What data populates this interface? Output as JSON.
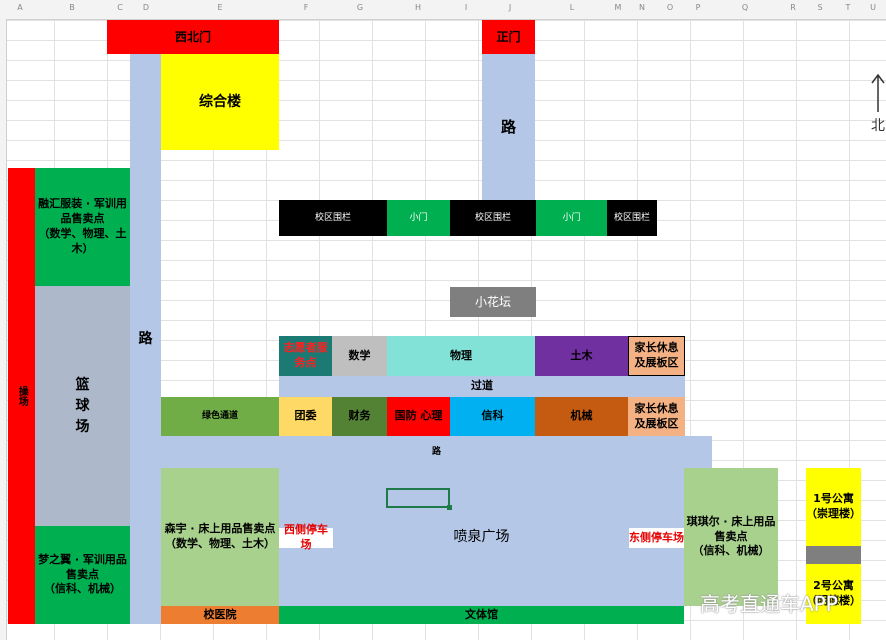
{
  "columns": [
    "A",
    "B",
    "C",
    "D",
    "E",
    "F",
    "G",
    "H",
    "I",
    "J",
    "",
    "L",
    "M",
    "N",
    "O",
    "P",
    "Q",
    "R",
    "S",
    "T",
    "U"
  ],
  "map": {
    "northwest_gate": "西北门",
    "main_gate": "正门",
    "complex_building": "综合楼",
    "road_north": "路",
    "road_west": "路",
    "playground": "操场",
    "rongyhui_shop": "融汇服装 · 军训用\n品售卖点\n（数学、物理、土\n木）",
    "basketball_court": "篮\n球\n场",
    "mengzhiyi_shop": "梦之翼 · 军训用品\n售卖点\n（信科、机械）",
    "fence_1": "校区围栏",
    "small_gate_1": "小门",
    "fence_2": "校区围栏",
    "small_gate_2": "小门",
    "fence_3": "校区围栏",
    "flower_bed": "小花坛",
    "volunteer_point": "志愿者服\n务点",
    "math": "数学",
    "physics": "物理",
    "civil": "土木",
    "parents_rest_1": "家长休息\n及展板区",
    "passage": "过道",
    "green_channel": "绿色通道",
    "youth_league": "团委",
    "finance": "财务",
    "defense_psych": "国防  心理",
    "info_sci": "信科",
    "mechanical": "机械",
    "parents_rest_2": "家长休息\n及展板区",
    "road_middle": "路",
    "senyu_shop": "森宇 · 床上用品售卖点\n（数学、物理、土木）",
    "west_parking": "西侧停车场",
    "fountain_square": "喷泉广场",
    "east_parking": "东侧停车场",
    "qiqier_shop": "琪琪尔 · 床上用品\n售卖点\n（信科、机械）",
    "dorm_1": "1号公寓\n（崇理楼）",
    "dorm_2": "2号公寓\n（明德楼）",
    "clinic": "校医院",
    "gym": "文体馆",
    "north_label": "北"
  },
  "watermark": "高考直通车APP",
  "colors": {
    "red": "#ff0000",
    "yellow": "#ffff00",
    "road": "#b4c7e7",
    "green": "#00b050",
    "black": "#000000",
    "gray": "#7f7f7f"
  }
}
